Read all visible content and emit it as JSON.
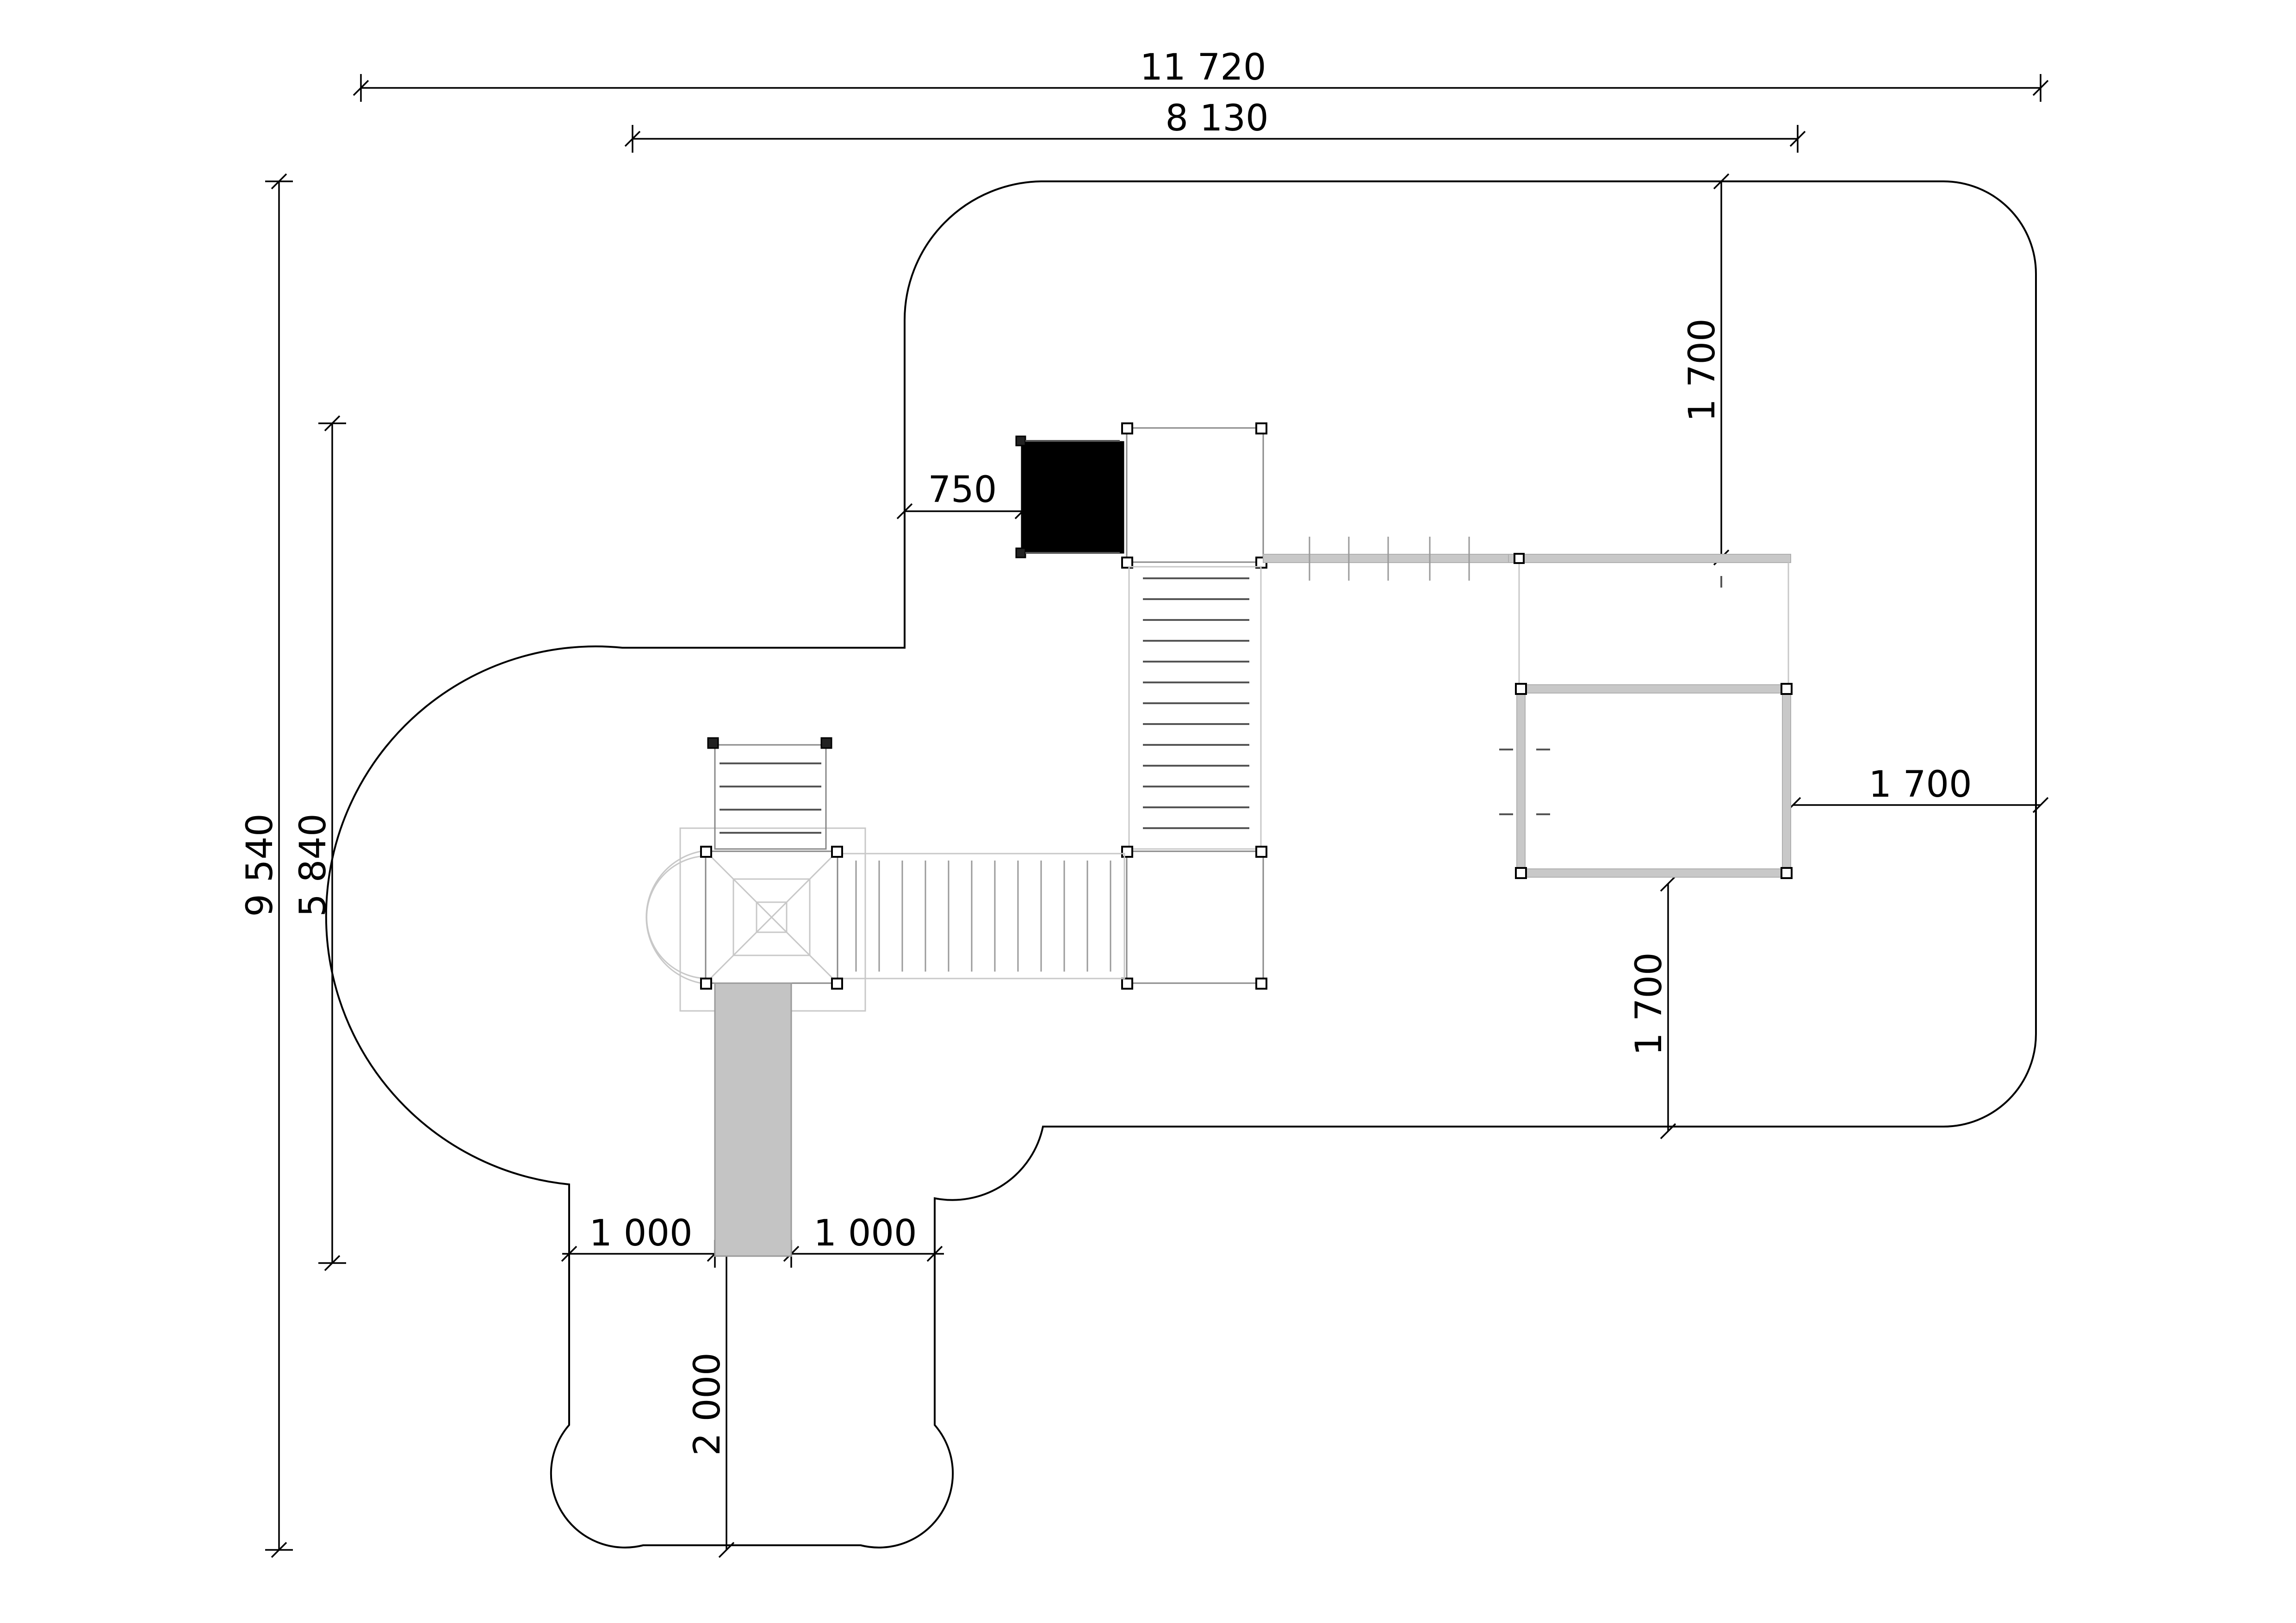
{
  "dimensions": {
    "overall_width": "11 720",
    "inner_width": "8 130",
    "overall_height": "9 540",
    "inner_height": "5 840",
    "clearance_top": "1 700",
    "clearance_right": "1 700",
    "clearance_bottom_right": "1 700",
    "clearance_roof": "750",
    "slide_left": "1 000",
    "slide_right": "1 000",
    "slide_exit": "2 000"
  }
}
